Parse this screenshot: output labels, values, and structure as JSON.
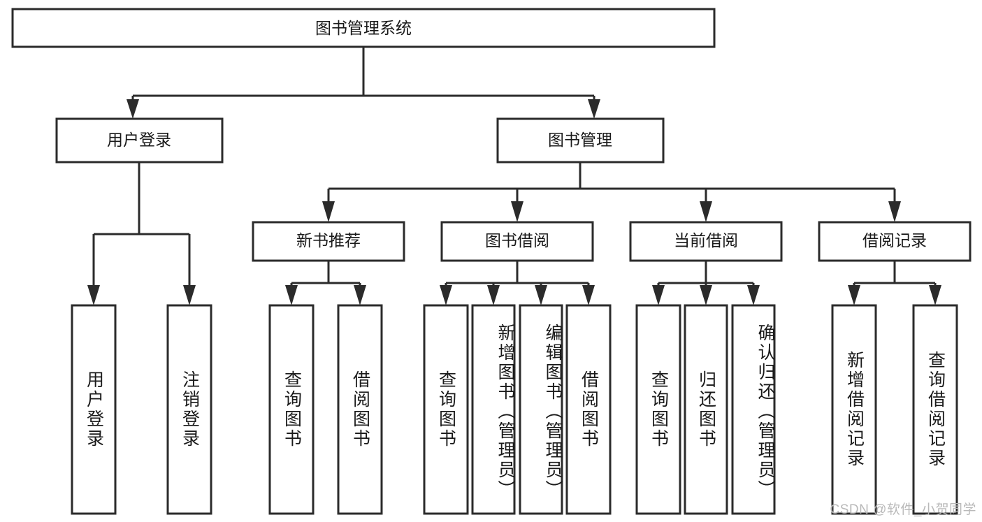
{
  "diagram": {
    "title": "图书管理系统",
    "watermark": "CSDN @软件_小贺同学",
    "accent_color": "#2b2b2b",
    "background_color": "#ffffff",
    "levels": {
      "root": {
        "label": "图书管理系统"
      },
      "level2": [
        {
          "label": "用户登录"
        },
        {
          "label": "图书管理"
        }
      ],
      "level3": [
        {
          "label": "新书推荐"
        },
        {
          "label": "图书借阅"
        },
        {
          "label": "当前借阅"
        },
        {
          "label": "借阅记录"
        }
      ],
      "leaves": {
        "user_login": [
          {
            "label": "用户登录"
          },
          {
            "label": "注销登录"
          }
        ],
        "new_book_recommend": [
          {
            "label": "查询图书"
          },
          {
            "label": "借阅图书"
          }
        ],
        "book_borrow": [
          {
            "label": "查询图书"
          },
          {
            "label": "新增图书（管理员）"
          },
          {
            "label": "编辑图书（管理员）"
          },
          {
            "label": "借阅图书"
          }
        ],
        "current_borrow": [
          {
            "label": "查询图书"
          },
          {
            "label": "归还图书"
          },
          {
            "label": "确认归还（管理员）"
          }
        ],
        "borrow_record": [
          {
            "label": "新增借阅记录"
          },
          {
            "label": "查询借阅记录"
          }
        ]
      }
    }
  }
}
